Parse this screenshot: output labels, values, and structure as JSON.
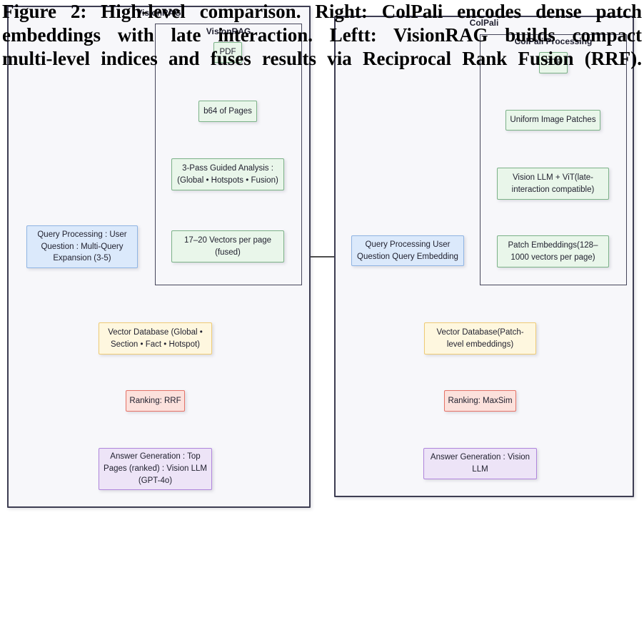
{
  "left_panel": {
    "title": "VisionRAG",
    "inner_title": "VisionRAG",
    "nodes": {
      "pdf": "PDF",
      "b64_pages": "b64 of Pages",
      "guided_analysis": "3-Pass Guided Analysis :\n(Global • Hotspots • Fusion)",
      "vectors_per_page": "17–20 Vectors per page\n(fused)",
      "query_processing": "Query Processing : User\nQuestion : Multi-Query\nExpansion (3-5)",
      "vector_database": "Vector Database (Global •\nSection • Fact • Hotspot)",
      "ranking": "Ranking: RRF",
      "answer_generation": "Answer Generation : Top\nPages (ranked) : Vision LLM\n(GPT-4o)"
    }
  },
  "right_panel": {
    "title": "ColPali",
    "inner_title": "ColPali Processing",
    "nodes": {
      "pdf": "PDF",
      "uniform_patches": "Uniform Image Patches",
      "vision_llm_vit": "Vision LLM + ViT(late-\ninteraction compatible)",
      "patch_embeddings": "Patch Embeddings(128–\n1000 vectors per page)",
      "query_processing": "Query Processing User\nQuestion Query Embedding",
      "vector_database": "Vector Database(Patch-\nlevel embeddings)",
      "ranking": "Ranking: MaxSim",
      "answer_generation": "Answer Generation : Vision\nLLM"
    }
  },
  "caption": "Figure 2: High-level comparison. Right: ColPali encodes dense patch\nembeddings with late interaction. Leftt: VisionRAG builds compact\nmulti-level indices and fuses results via Reciprocal Rank Fusion (RRF).",
  "colors": {
    "panel_fill": "#f7f7fa",
    "panel_stroke": "#3d3d52",
    "inner_stroke": "#45455a",
    "green_fill": "#e9f6ea",
    "green_stroke": "#7cb288",
    "blue_fill": "#dbe9fb",
    "blue_stroke": "#8fb4e3",
    "yellow_fill": "#fef7df",
    "yellow_stroke": "#efcb75",
    "red_fill": "#fce1dc",
    "red_stroke": "#e57368",
    "purple_fill": "#ede4f7",
    "purple_stroke": "#af85dc",
    "arrow": "#131313"
  }
}
